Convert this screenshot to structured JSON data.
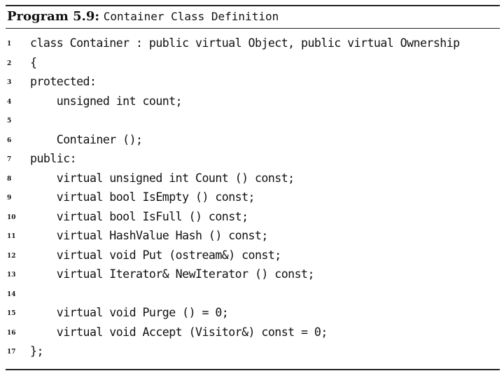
{
  "caption": {
    "label": "Program 5.9:",
    "title": "Container Class Definition"
  },
  "code": {
    "lines": [
      {
        "no": "1",
        "text": "class Container : public virtual Object, public virtual Ownership"
      },
      {
        "no": "2",
        "text": "{"
      },
      {
        "no": "3",
        "text": "protected:"
      },
      {
        "no": "4",
        "text": "    unsigned int count;"
      },
      {
        "no": "5",
        "text": ""
      },
      {
        "no": "6",
        "text": "    Container ();"
      },
      {
        "no": "7",
        "text": "public:"
      },
      {
        "no": "8",
        "text": "    virtual unsigned int Count () const;"
      },
      {
        "no": "9",
        "text": "    virtual bool IsEmpty () const;"
      },
      {
        "no": "10",
        "text": "    virtual bool IsFull () const;"
      },
      {
        "no": "11",
        "text": "    virtual HashValue Hash () const;"
      },
      {
        "no": "12",
        "text": "    virtual void Put (ostream&) const;"
      },
      {
        "no": "13",
        "text": "    virtual Iterator& NewIterator () const;"
      },
      {
        "no": "14",
        "text": ""
      },
      {
        "no": "15",
        "text": "    virtual void Purge () = 0;"
      },
      {
        "no": "16",
        "text": "    virtual void Accept (Visitor&) const = 0;"
      },
      {
        "no": "17",
        "text": "};"
      }
    ]
  }
}
